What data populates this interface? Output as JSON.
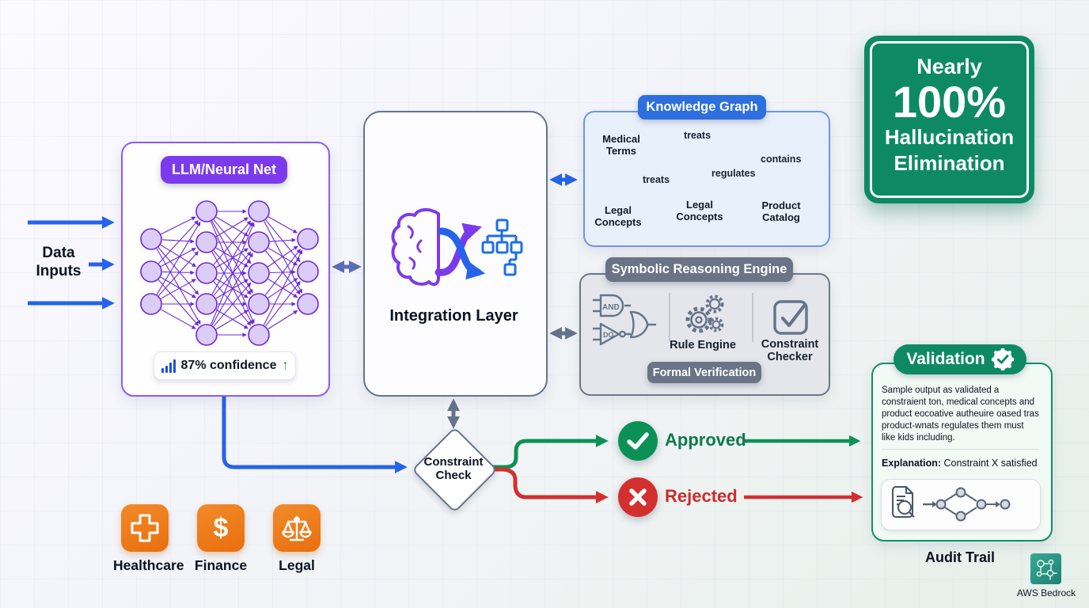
{
  "hallucination_badge": {
    "line1": "Nearly",
    "line2": "100%",
    "line3": "Hallucination",
    "line4": "Elimination"
  },
  "data_inputs": {
    "label": "Data Inputs"
  },
  "llm_box": {
    "title": "LLM/Neural Net",
    "confidence_text": "87% confidence",
    "trend_arrow": "↑"
  },
  "integration_box": {
    "title": "Integration Layer"
  },
  "knowledge_graph": {
    "title": "Knowledge Graph",
    "node_medical": "Medical Terms",
    "node_legal_left": "Legal Concepts",
    "node_legal_center": "Legal Concepts",
    "node_product": "Product Catalog",
    "edge_treats_top": "treats",
    "edge_treats_left": "treats",
    "edge_regulates": "regulates",
    "edge_contains": "contains"
  },
  "symbolic_engine": {
    "title": "Symbolic Reasoning Engine",
    "and_gate_label": "AND",
    "or_gate_label": "DO",
    "rule_engine_label": "Rule Engine",
    "constraint_checker_label": "Constraint Checker",
    "formal_verification_label": "Formal Verification"
  },
  "constraint_check": {
    "label": "Constraint Check"
  },
  "decision": {
    "approved_label": "Approved",
    "rejected_label": "Rejected"
  },
  "validation_box": {
    "title": "Validation",
    "body_text": "Sample output as validated a constraient ton, medical concepts and product eocoative autheuire oased tras product-wnats regulates them must like kids including.",
    "explanation_label": "Explanation:",
    "explanation_text": " Constraint X satisfied"
  },
  "audit_trail": {
    "label": "Audit Trail"
  },
  "industries": {
    "healthcare": "Healthcare",
    "finance": "Finance",
    "legal": "Legal",
    "finance_symbol": "$"
  },
  "branding": {
    "aws_label": "AWS Bedrock"
  },
  "colors": {
    "blue": "#2563eb",
    "purple": "#7c3aed",
    "green": "#0d8a63",
    "red": "#d32f2f",
    "orange": "#ee7b17",
    "slate": "#64748b"
  }
}
